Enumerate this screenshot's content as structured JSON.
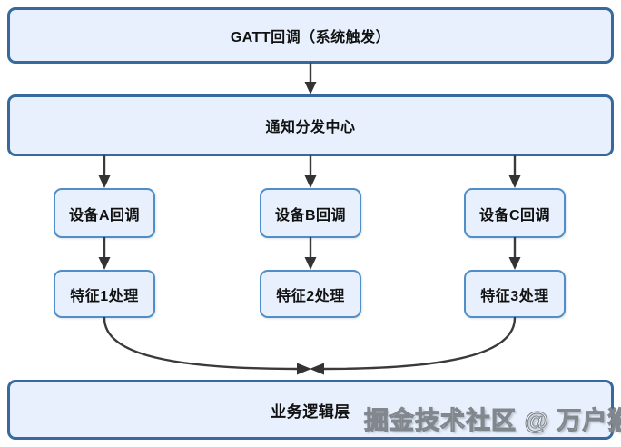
{
  "nodes": {
    "gatt": {
      "label": "GATT回调（系统触发）"
    },
    "dispatch": {
      "label": "通知分发中心"
    },
    "devices": [
      {
        "label": "设备A回调"
      },
      {
        "label": "设备B回调"
      },
      {
        "label": "设备C回调"
      }
    ],
    "features": [
      {
        "label": "特征1处理"
      },
      {
        "label": "特征2处理"
      },
      {
        "label": "特征3处理"
      }
    ],
    "business": {
      "label": "业务逻辑层"
    }
  },
  "watermark": {
    "text": "掘金技术社区 @ 万户猴"
  },
  "colors": {
    "node_fill": "#e7f0fc",
    "wide_node_border": "#38699d",
    "small_node_border": "#4f8ec7",
    "arrow": "#3a3a3a",
    "label_text": "#111111",
    "watermark_fill": "#fbfbfb",
    "watermark_outline": "#82878e"
  }
}
